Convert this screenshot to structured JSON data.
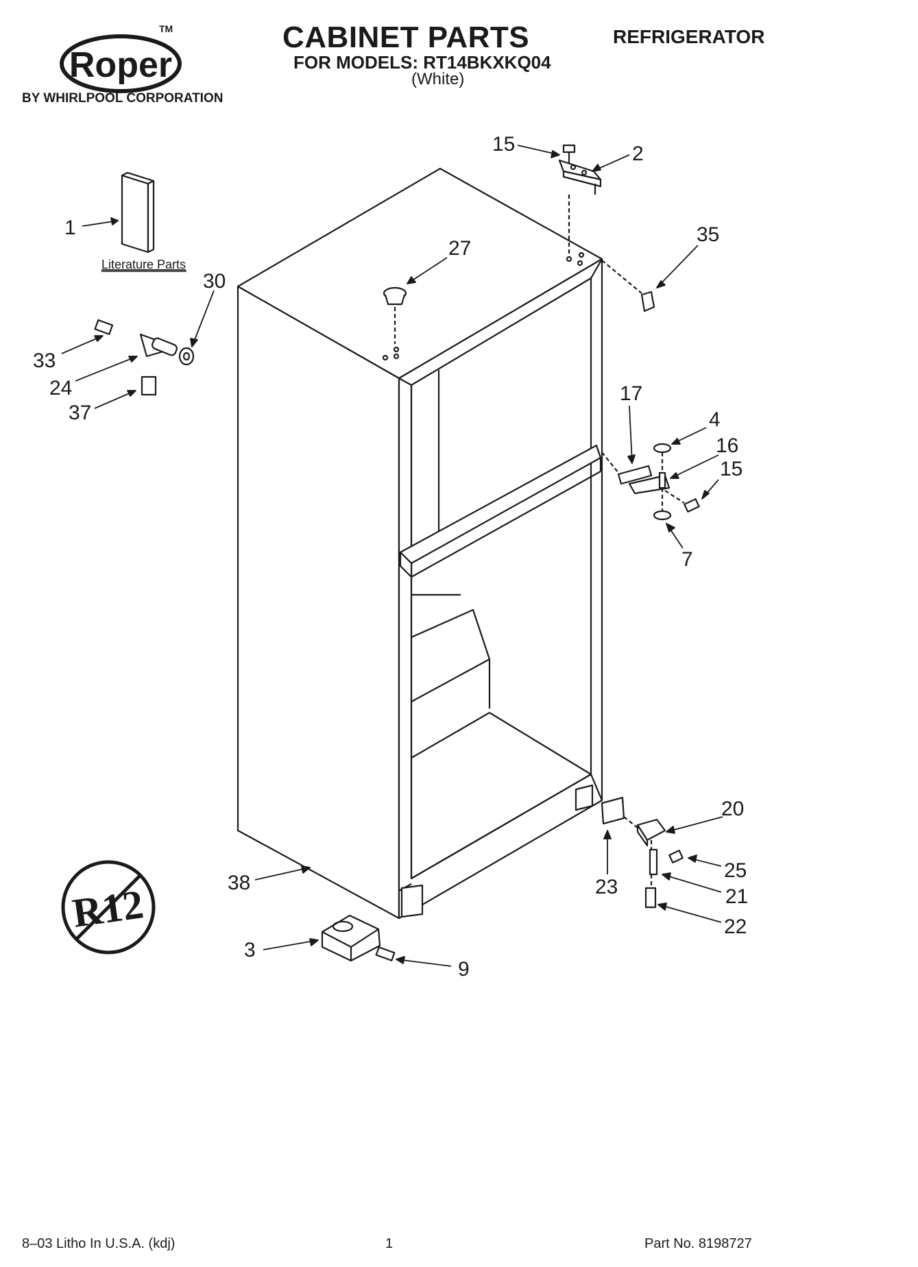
{
  "header": {
    "brand_logo_text": "Roper",
    "trademark": "TM",
    "brand_line": "BY WHIRLPOOL CORPORATION",
    "title": "CABINET PARTS",
    "models_line": "FOR MODELS: RT14BKXKQ04",
    "color_line": "(White)",
    "product": "REFRIGERATOR"
  },
  "diagram": {
    "literature_label": "Literature Parts",
    "r12_symbol_text": "R12",
    "callouts": [
      "1",
      "2",
      "3",
      "4",
      "7",
      "9",
      "15",
      "15",
      "16",
      "17",
      "20",
      "21",
      "22",
      "23",
      "24",
      "25",
      "27",
      "30",
      "33",
      "35",
      "37",
      "38"
    ]
  },
  "footer": {
    "litho": "8–03 Litho In U.S.A. (kdj)",
    "page_number": "1",
    "part_number": "Part No. 8198727"
  }
}
